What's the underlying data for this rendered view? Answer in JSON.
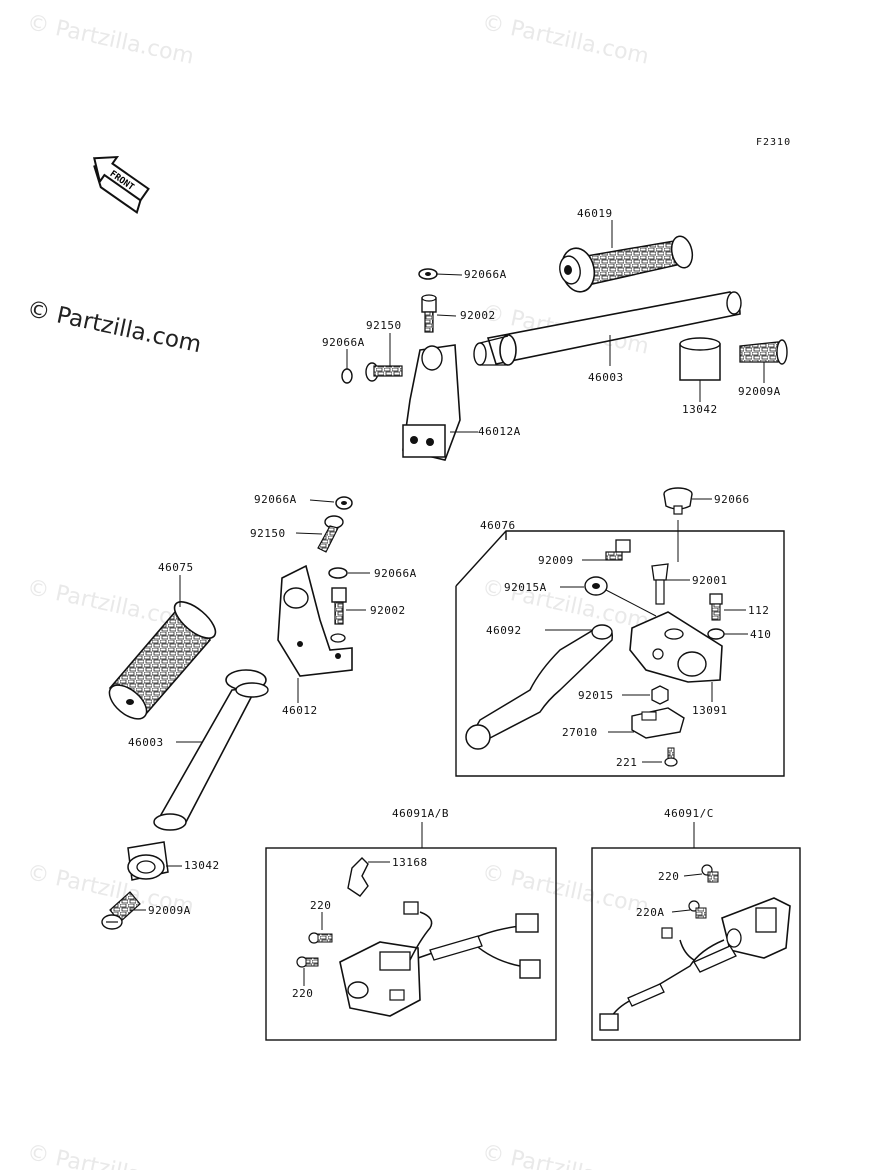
{
  "brand": {
    "text": "© Partzilla.com"
  },
  "watermark": {
    "text": "© Partzilla.com"
  },
  "figure_code": "F2310",
  "front_arrow": {
    "text": "FRONT"
  },
  "parts": {
    "p46019": "46019",
    "p92066A_top": "92066A",
    "p92002_top": "92002",
    "p92150_top": "92150",
    "p92066A_left": "92066A",
    "p46003_top": "46003",
    "p46012A": "46012A",
    "p13042_top": "13042",
    "p92009A_top": "92009A",
    "p92066A_mid": "92066A",
    "p92150_mid": "92150",
    "p92066A_mid2": "92066A",
    "p92002_mid": "92002",
    "p46075": "46075",
    "p46012": "46012",
    "p46003_bot": "46003",
    "p13042_bot": "13042",
    "p92009A_bot": "92009A",
    "p46076": "46076",
    "p92066": "92066",
    "p92009": "92009",
    "p92001": "92001",
    "p92015A": "92015A",
    "p112": "112",
    "p46092": "46092",
    "p410": "410",
    "p92015": "92015",
    "p13091": "13091",
    "p27010": "27010",
    "p221": "221",
    "p46091AB": "46091A/B",
    "p13168": "13168",
    "p220_a": "220",
    "p220_b": "220",
    "p46091C": "46091/C",
    "p220_c": "220",
    "p220A": "220A"
  }
}
